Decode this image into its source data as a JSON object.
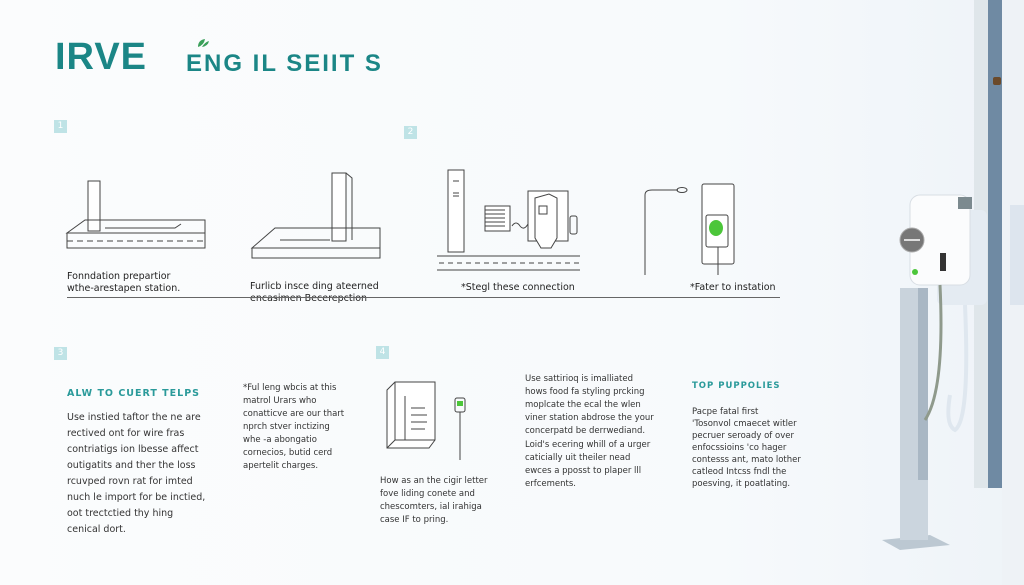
{
  "title": {
    "main": "IRVE",
    "sub": "ENG IL SEIIT S"
  },
  "steps": [
    {
      "badge": "1",
      "caption_lines": [
        "Fonndation prepartior",
        "wthe-arestapen station."
      ]
    },
    {
      "badge": "",
      "caption_lines": [
        "Furlicb insce ding ateerned",
        "encasimen Becerepction"
      ]
    },
    {
      "badge": "2",
      "caption_lines": [
        "*Stegl these connection"
      ]
    },
    {
      "badge": "",
      "caption_lines": [
        "*Fater to instation"
      ]
    }
  ],
  "section3": {
    "badge": "3",
    "heading": "ALW TO CUERT TELPS",
    "body": [
      "Use instied taftor the ne are",
      "rectived ont for wire fras",
      "contriatigs ion lbesse affect",
      "outigatits and ther the loss",
      "rcuvped rovn rat for imted",
      "nuch le import for be inctied,",
      "oot trectctied thy hing",
      "cenical dort."
    ],
    "note": [
      "*Ful leng wbcis at this",
      "matrol Urars who",
      "conatticve are our thart",
      "nprch stver inctizing",
      "whe -a abongatio",
      "cornecios, butid cerd",
      "apertelit charges."
    ]
  },
  "section4": {
    "badge": "4",
    "caption": [
      "How as an the cigir letter",
      "fove liding conete and",
      "chescomters, ial irahiga",
      "case IF to pring."
    ],
    "para1": [
      "Use sattirioq is imalliated",
      "hows food fa styling prcking",
      "moplcate the ecal the wlen",
      "viner station abdrose the your",
      "concerpatd be derrwediand."
    ],
    "para2": [
      "Loid's ecering whill of a urger",
      "caticially uit theiler nead",
      "ewces a pposst to plaper lll",
      "erfcements."
    ]
  },
  "sidebar": {
    "heading": "TOP PUPPOLIES",
    "body": [
      "Pacpe fatal first",
      "'Tosonvol cmaecet witler",
      "pecruer seroady of over",
      "enfocssioins 'co hager",
      "contesss ant, mato lother",
      "catleod Intcss fndl the",
      "poesving, it poatlating."
    ]
  },
  "colors": {
    "accent": "#1b8686",
    "badge": "#bfe3e6",
    "led": "#4cc63a"
  }
}
